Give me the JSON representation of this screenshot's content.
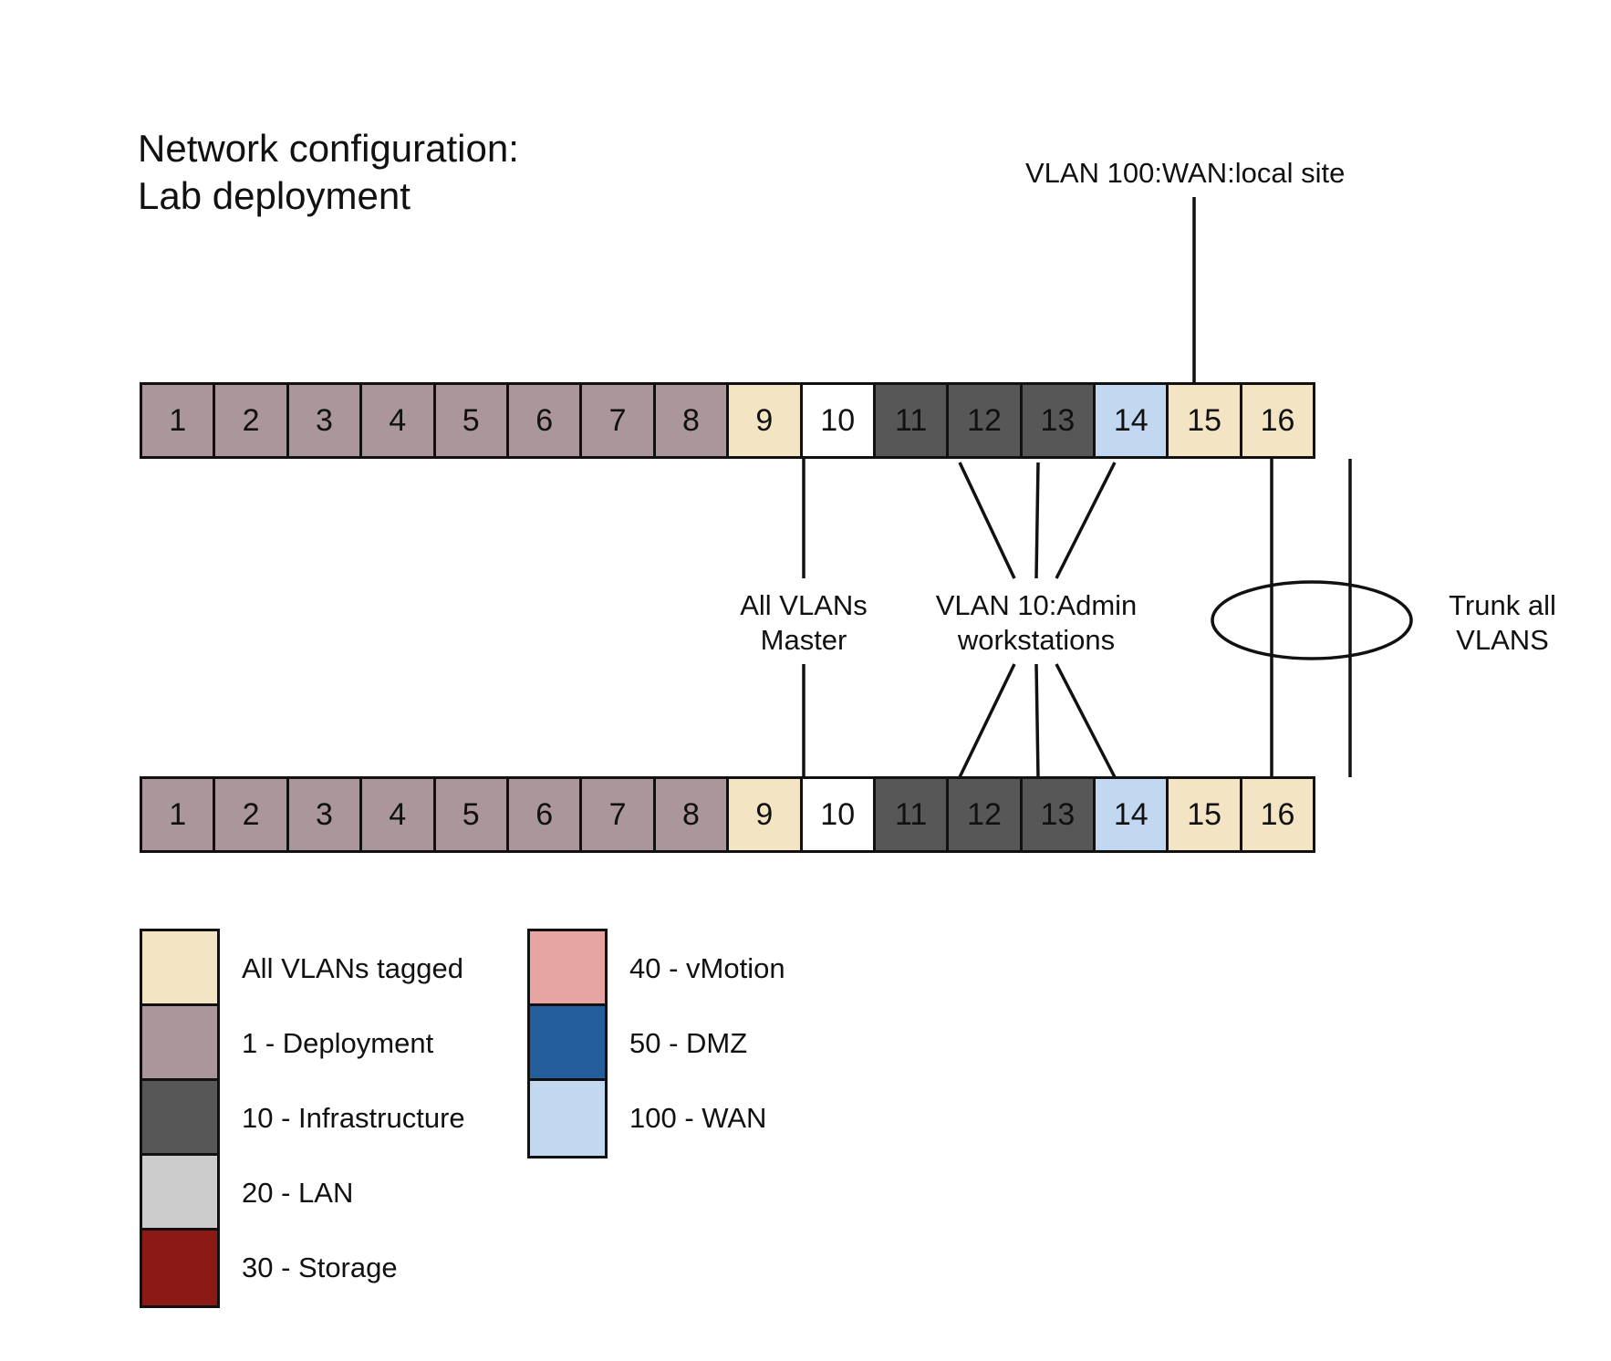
{
  "title": {
    "line1": "Network configuration:",
    "line2": "Lab deployment"
  },
  "colors": {
    "all_tagged": "#f3e4c4",
    "deployment": "#ab979b",
    "infrastructure": "#575757",
    "lan": "#cccccc",
    "storage": "#8b1915",
    "vmotion": "#e6a4a2",
    "dmz": "#255e9d",
    "wan": "#c2d7f0",
    "unassigned": "#ffffff"
  },
  "switch_top": {
    "ports": [
      {
        "label": "1",
        "vlan": "deployment"
      },
      {
        "label": "2",
        "vlan": "deployment"
      },
      {
        "label": "3",
        "vlan": "deployment"
      },
      {
        "label": "4",
        "vlan": "deployment"
      },
      {
        "label": "5",
        "vlan": "deployment"
      },
      {
        "label": "6",
        "vlan": "deployment"
      },
      {
        "label": "7",
        "vlan": "deployment"
      },
      {
        "label": "8",
        "vlan": "deployment"
      },
      {
        "label": "9",
        "vlan": "all_tagged"
      },
      {
        "label": "10",
        "vlan": "unassigned"
      },
      {
        "label": "11",
        "vlan": "infrastructure"
      },
      {
        "label": "12",
        "vlan": "infrastructure"
      },
      {
        "label": "13",
        "vlan": "infrastructure"
      },
      {
        "label": "14",
        "vlan": "wan"
      },
      {
        "label": "15",
        "vlan": "all_tagged"
      },
      {
        "label": "16",
        "vlan": "all_tagged"
      }
    ]
  },
  "switch_bottom": {
    "ports": [
      {
        "label": "1",
        "vlan": "deployment"
      },
      {
        "label": "2",
        "vlan": "deployment"
      },
      {
        "label": "3",
        "vlan": "deployment"
      },
      {
        "label": "4",
        "vlan": "deployment"
      },
      {
        "label": "5",
        "vlan": "deployment"
      },
      {
        "label": "6",
        "vlan": "deployment"
      },
      {
        "label": "7",
        "vlan": "deployment"
      },
      {
        "label": "8",
        "vlan": "deployment"
      },
      {
        "label": "9",
        "vlan": "all_tagged"
      },
      {
        "label": "10",
        "vlan": "unassigned"
      },
      {
        "label": "11",
        "vlan": "infrastructure"
      },
      {
        "label": "12",
        "vlan": "infrastructure"
      },
      {
        "label": "13",
        "vlan": "infrastructure"
      },
      {
        "label": "14",
        "vlan": "wan"
      },
      {
        "label": "15",
        "vlan": "all_tagged"
      },
      {
        "label": "16",
        "vlan": "all_tagged"
      }
    ]
  },
  "annotations": {
    "wan_uplink": "VLAN 100:WAN:local site",
    "master_line1": "All VLANs",
    "master_line2": "Master",
    "admin_line1": "VLAN 10:Admin",
    "admin_line2": "workstations",
    "trunk_line1": "Trunk all",
    "trunk_line2": "VLANS"
  },
  "legend": {
    "column1": [
      {
        "label": "All VLANs tagged",
        "vlan": "all_tagged"
      },
      {
        "label": "1 - Deployment",
        "vlan": "deployment"
      },
      {
        "label": "10 - Infrastructure",
        "vlan": "infrastructure"
      },
      {
        "label": "20 - LAN",
        "vlan": "lan"
      },
      {
        "label": "30 - Storage",
        "vlan": "storage"
      }
    ],
    "column2": [
      {
        "label": "40 - vMotion",
        "vlan": "vmotion"
      },
      {
        "label": "50 - DMZ",
        "vlan": "dmz"
      },
      {
        "label": "100 - WAN",
        "vlan": "wan"
      }
    ]
  }
}
